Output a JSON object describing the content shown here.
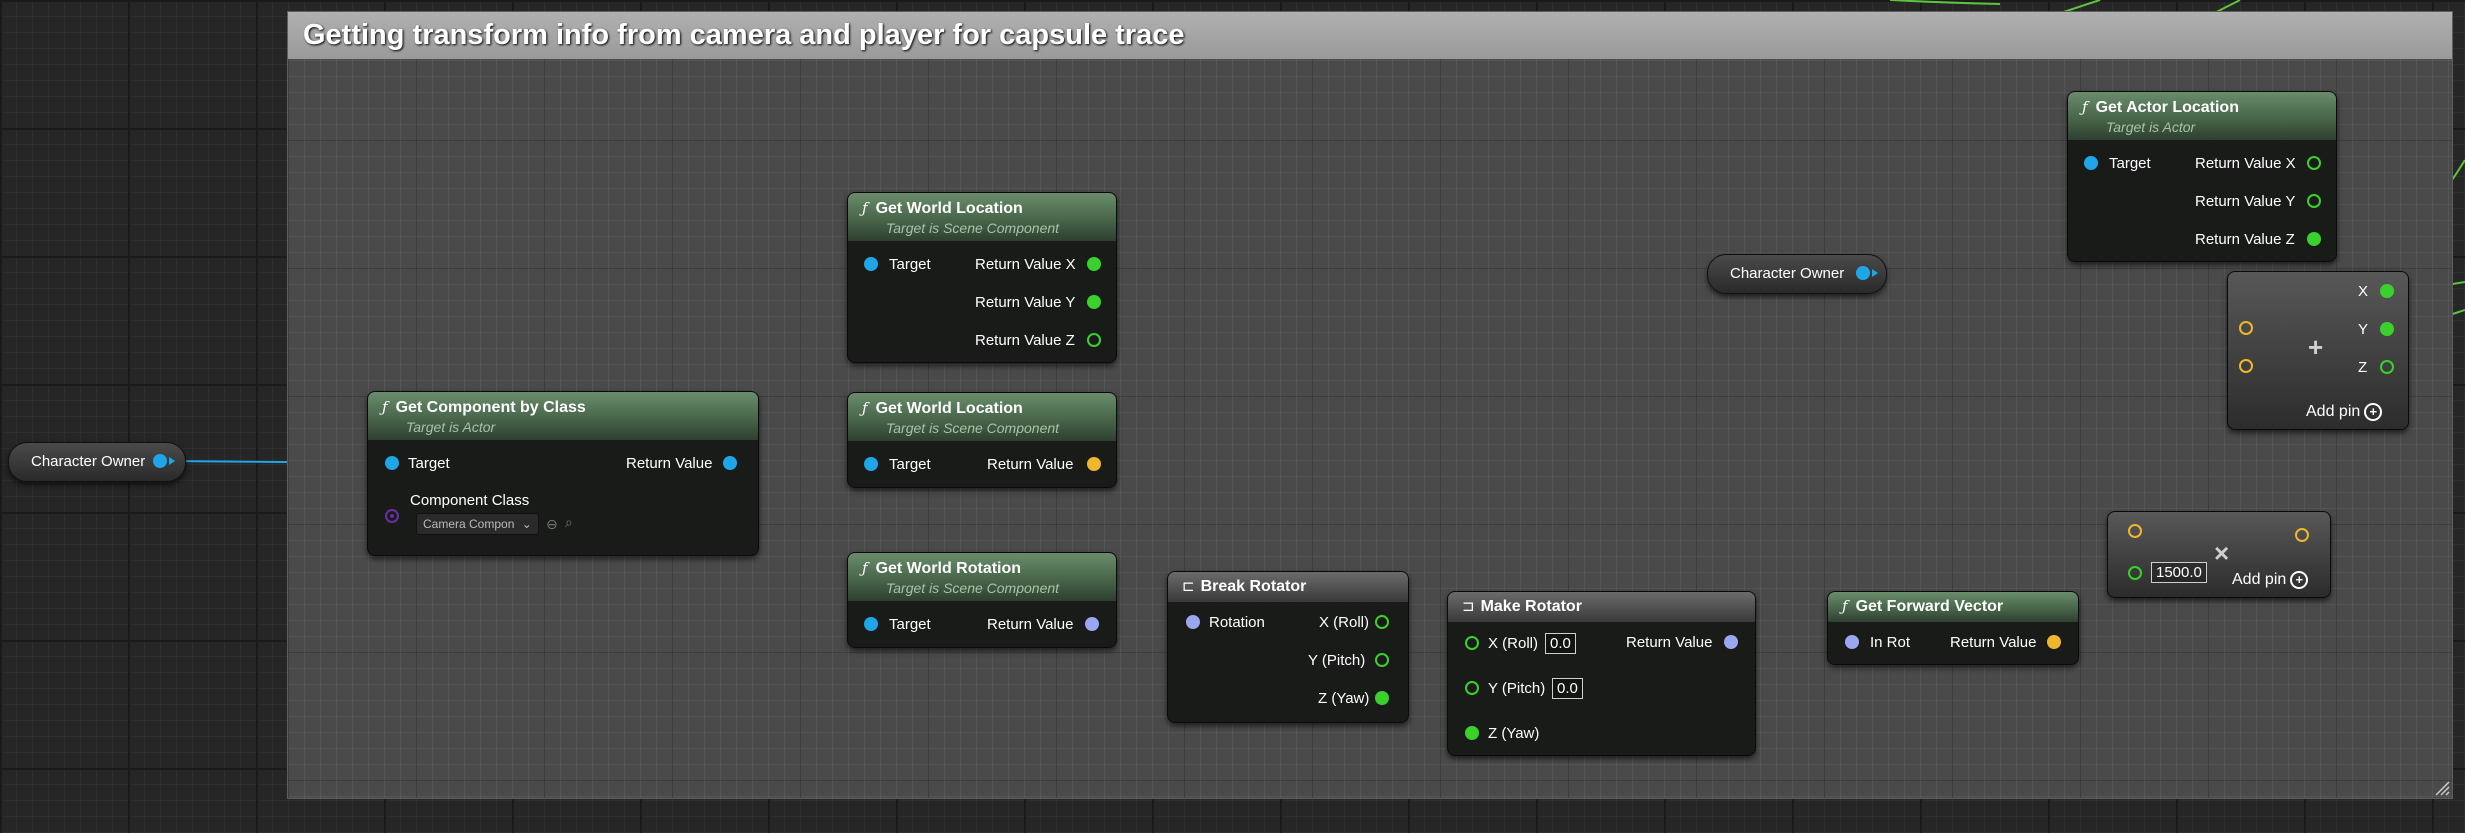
{
  "comment": {
    "title": "Getting transform info from camera and player for capsule trace"
  },
  "nodes": {
    "char_owner_left": {
      "label": "Character Owner"
    },
    "char_owner_right": {
      "label": "Character Owner"
    },
    "get_component": {
      "title": "Get Component by Class",
      "subtitle": "Target is Actor",
      "target": "Target",
      "return_value": "Return Value",
      "component_class": "Component Class",
      "class_value": "Camera Compon"
    },
    "get_world_location_1": {
      "title": "Get World Location",
      "subtitle": "Target is Scene Component",
      "target": "Target",
      "out_x": "Return Value X",
      "out_y": "Return Value Y",
      "out_z": "Return Value Z"
    },
    "get_world_location_2": {
      "title": "Get World Location",
      "subtitle": "Target is Scene Component",
      "target": "Target",
      "return_value": "Return Value"
    },
    "get_world_rotation": {
      "title": "Get World Rotation",
      "subtitle": "Target is Scene Component",
      "target": "Target",
      "return_value": "Return Value"
    },
    "break_rotator": {
      "title": "Break Rotator",
      "rotation": "Rotation",
      "roll": "X (Roll)",
      "pitch": "Y (Pitch)",
      "yaw": "Z (Yaw)"
    },
    "make_rotator": {
      "title": "Make Rotator",
      "roll": "X (Roll)",
      "roll_value": "0.0",
      "pitch": "Y (Pitch)",
      "pitch_value": "0.0",
      "yaw": "Z (Yaw)",
      "return_value": "Return Value"
    },
    "get_forward_vector": {
      "title": "Get Forward Vector",
      "in_rot": "In Rot",
      "return_value": "Return Value"
    },
    "get_actor_location": {
      "title": "Get Actor Location",
      "subtitle": "Target is Actor",
      "target": "Target",
      "out_x": "Return Value X",
      "out_y": "Return Value Y",
      "out_z": "Return Value Z"
    },
    "add_node": {
      "symbol": "+",
      "x": "X",
      "y": "Y",
      "z": "Z",
      "add_pin": "Add pin"
    },
    "multiply_node": {
      "symbol": "×",
      "value": "1500.0",
      "add_pin": "Add pin"
    }
  },
  "colors": {
    "object_pin": "#1fa6e8",
    "vector_pin": "#f0b62c",
    "rotator_pin": "#9aa7f0",
    "float_pin": "#3ad12d",
    "class_pin": "#6e2da8",
    "function_header": "#48664a"
  },
  "icons": {
    "function": "function-icon",
    "break": "break-struct-icon",
    "make": "make-struct-icon"
  }
}
